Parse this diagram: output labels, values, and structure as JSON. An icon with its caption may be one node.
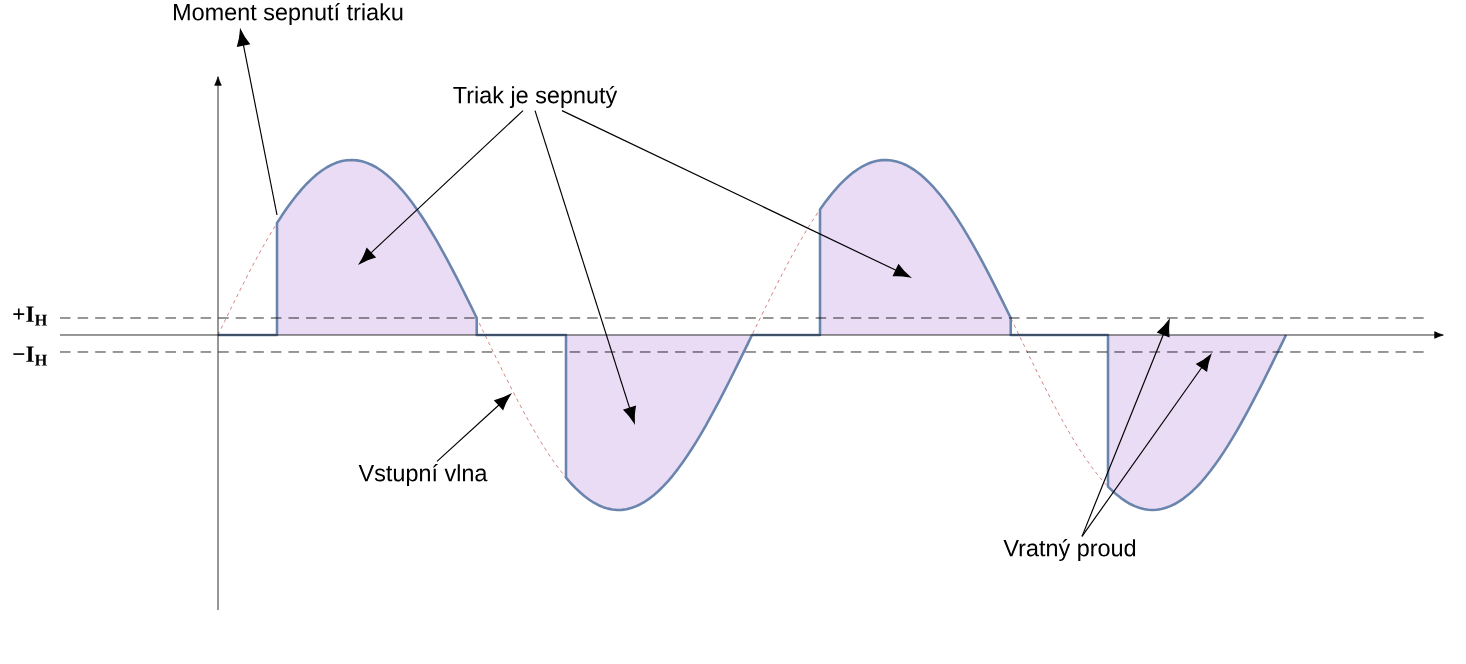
{
  "diagram": {
    "nodes": [
      {
        "text": [
          "Moment sepnutí triaku"
        ]
      },
      {
        "text": [
          "Triak je sepnutý"
        ]
      },
      {
        "text": [
          "Vstupní vlna"
        ]
      },
      {
        "text": [
          "Vratný proud"
        ]
      }
    ],
    "edges": [
      {
        "from": null,
        "to": 0,
        "arrow": "to"
      },
      {
        "from": 1,
        "to": null,
        "arrow": "to"
      },
      {
        "from": 1,
        "to": null,
        "arrow": "to"
      },
      {
        "from": 1,
        "to": null,
        "arrow": "to"
      },
      {
        "from": 2,
        "to": null,
        "arrow": "to"
      },
      {
        "from": 3,
        "to": null,
        "arrow": "to"
      },
      {
        "from": 3,
        "to": null,
        "arrow": "to"
      }
    ],
    "labels": [
      "+I$_{H}$",
      "−I$_{H}$"
    ]
  }
}
